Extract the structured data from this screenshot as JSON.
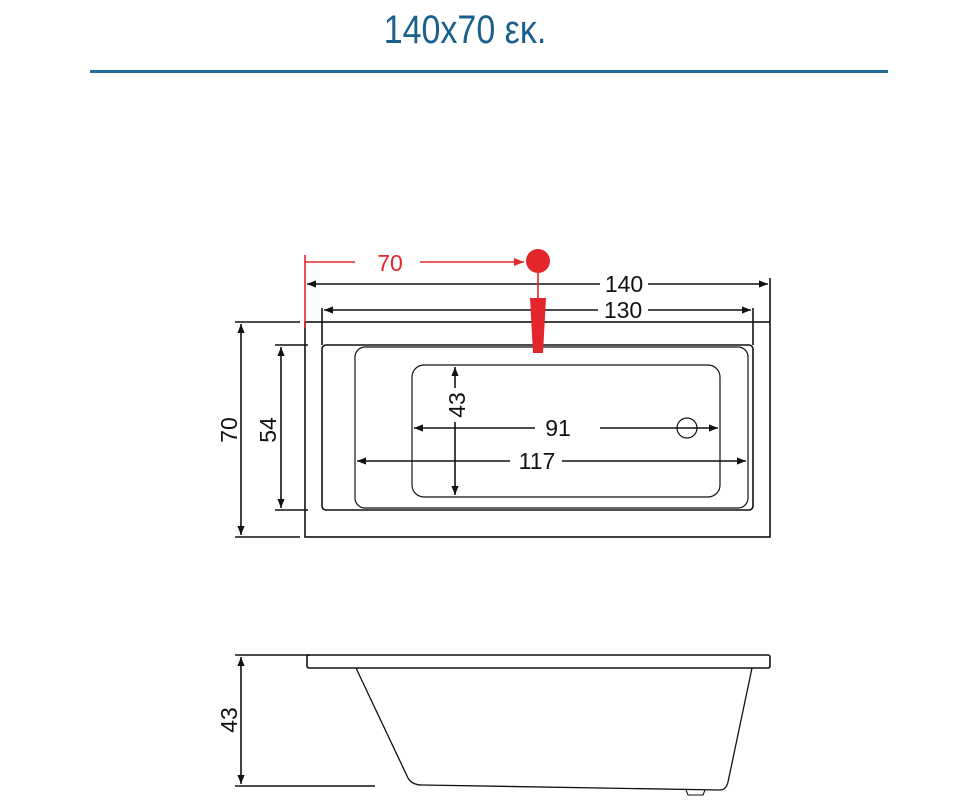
{
  "title": "140x70 εκ.",
  "colors": {
    "title": "#1b5f8c",
    "rule": "#1f6f96",
    "marker": "#e3262b",
    "lines": "#111111"
  },
  "top_view": {
    "tap_offset": "70",
    "overall_length": "140",
    "rim_length": "130",
    "overall_width": "70",
    "rim_width": "54",
    "floor_width": "43",
    "floor_length": "91",
    "basin_length": "117"
  },
  "side_view": {
    "height": "43"
  }
}
